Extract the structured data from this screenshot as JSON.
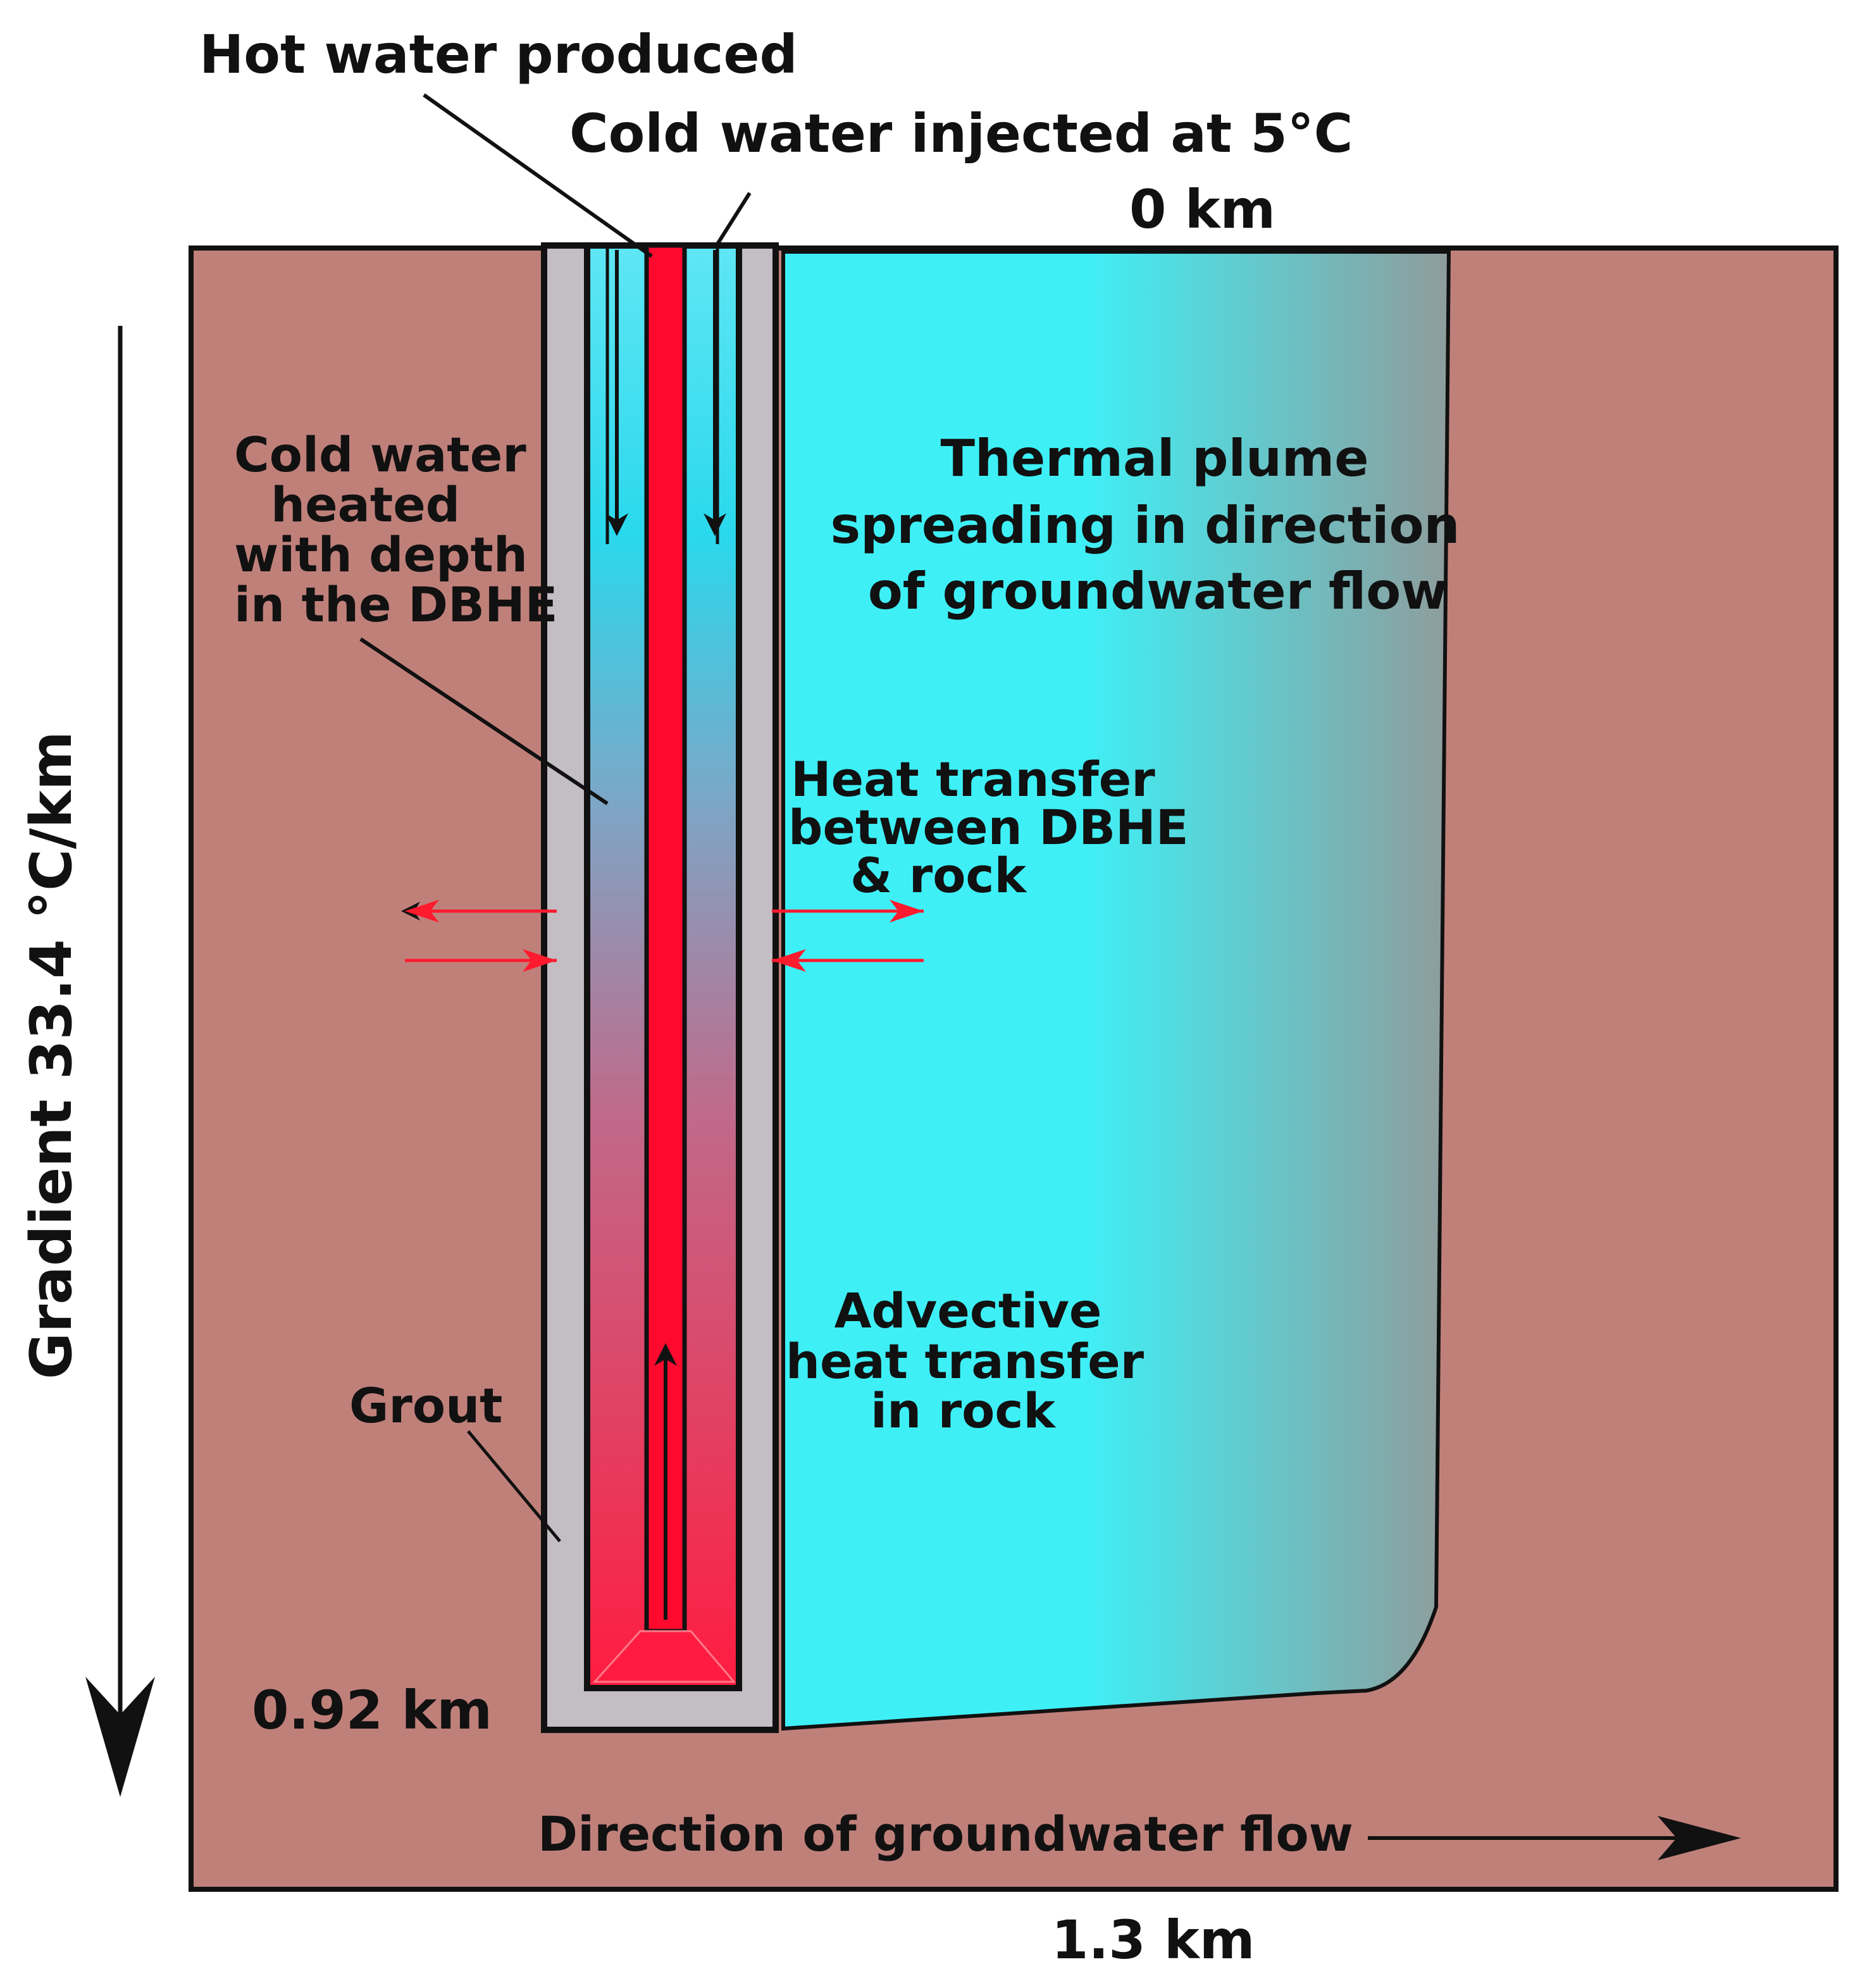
{
  "labels": {
    "hot_water": "Hot water produced",
    "cold_injected": "Cold water injected at 5°C",
    "depth_top": "0 km",
    "cold_heated": [
      "Cold water",
      "heated",
      "with depth",
      "in the DBHE"
    ],
    "plume": [
      "Thermal plume",
      "spreading in direction",
      "of groundwater flow"
    ],
    "heat_transfer": [
      "Heat transfer",
      "between DBHE",
      "& rock"
    ],
    "advective": [
      "Advective",
      "heat transfer",
      "in rock"
    ],
    "grout": "Grout",
    "depth_bottom": "0.92 km",
    "flow_direction": "Direction of groundwater flow",
    "width": "1.3 km",
    "gradient": "Gradient 33.4 °C/km"
  },
  "colors": {
    "rock": "#c0807a",
    "grout": "#c2bec4",
    "plume_start": "#3ef0f6",
    "plume_end": "#8f9c9c",
    "inner_pipe": "#ff0a2e",
    "annulus_top": "#2ad8ec",
    "annulus_bottom": "#ff1c40",
    "heat_arrow": "#ff1a2e",
    "outline": "#111111"
  }
}
